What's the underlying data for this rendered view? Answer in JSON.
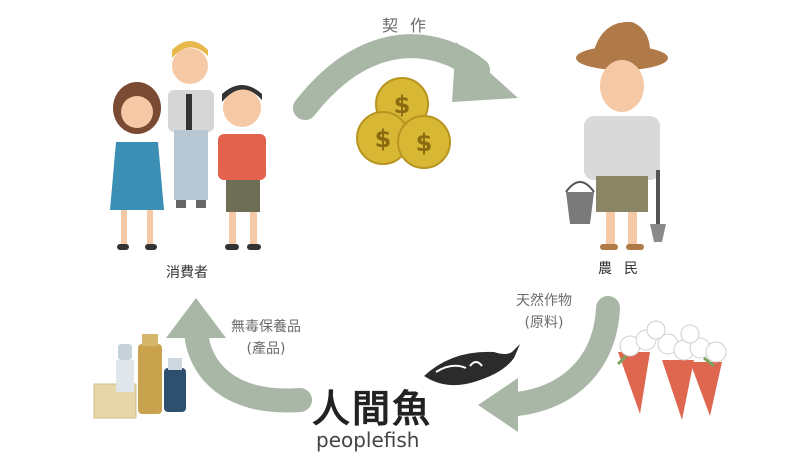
{
  "contract_label": "契作",
  "nodes": {
    "consumers": "消費者",
    "farmer": "農民"
  },
  "edges": {
    "crops_line1": "天然作物",
    "crops_line2": "(原料)",
    "products_line1": "無毒保養品",
    "products_line2": "(產品)"
  },
  "brand": {
    "chinese": "人間魚",
    "english": "peoplefish"
  },
  "icons": [
    "coin-icon",
    "flower-bouquet-icon",
    "fish-logo-icon",
    "skincare-bottles-icon",
    "family-icon",
    "farmer-icon"
  ],
  "colors": {
    "arrow": "#a9b8a6",
    "coin": "#d8b735",
    "hat": "#b07a48",
    "bouquet_wrap": "#e0674f"
  }
}
